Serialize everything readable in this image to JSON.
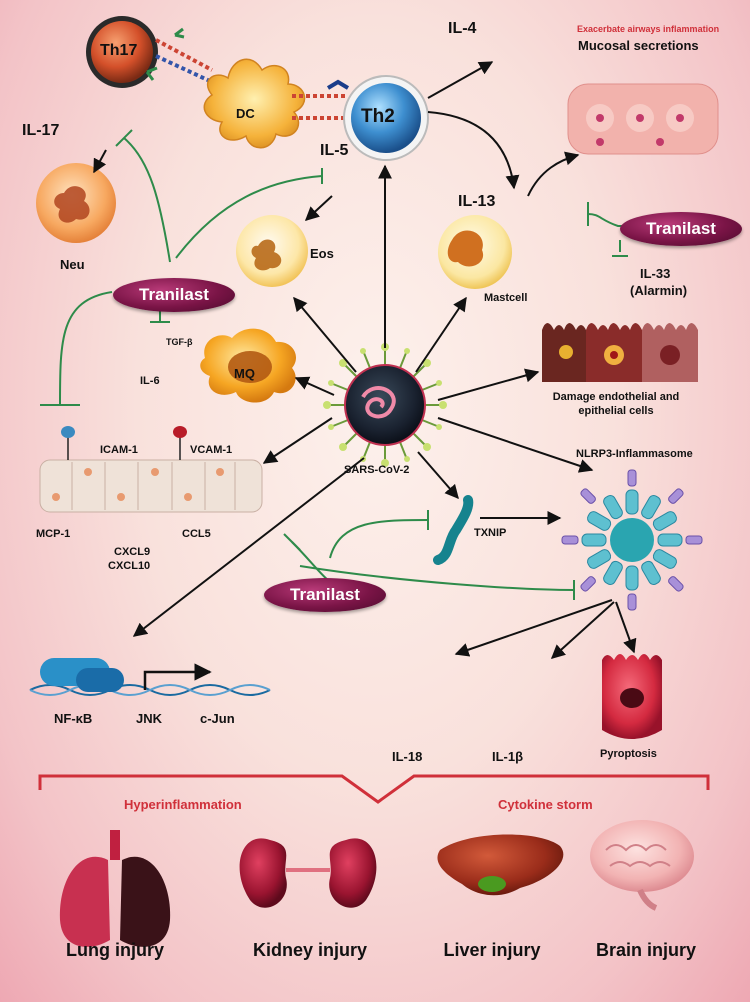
{
  "cells": {
    "th17": "Th17",
    "dc": "DC",
    "th2": "Th2",
    "neu": "Neu",
    "eos": "Eos",
    "mastcell": "Mastcell",
    "mq": "MQ"
  },
  "cytokines": {
    "il4": "IL-4",
    "il17": "IL-17",
    "il5": "IL-5",
    "il13": "IL-13",
    "il33": "IL-33",
    "alarmin": "(Alarmin)",
    "tgfb": "TGF-β",
    "il6": "IL-6",
    "icam1": "ICAM-1",
    "vcam1": "VCAM-1",
    "mcp1": "MCP-1",
    "cxcl9": "CXCL9",
    "cxcl10": "CXCL10",
    "ccl5": "CCL5",
    "il18": "IL-18",
    "il1b": "IL-1β"
  },
  "labels": {
    "exacerbate": "Exacerbate airways inflammation",
    "mucosal": "Mucosal secretions",
    "damage_1": "Damage endothelial and",
    "damage_2": "epithelial cells",
    "nlrp3": "NLRP3-Inflammasome",
    "txnip": "TXNIP",
    "sars": "SARS-CoV-2",
    "nfkb": "NF-κB",
    "jnk": "JNK",
    "cjun": "c-Jun",
    "pyroptosis": "Pyroptosis",
    "hyperinflammation": "Hyperinflammation",
    "cytokine_storm": "Cytokine storm"
  },
  "drug": {
    "tranilast": "Tranilast"
  },
  "organs": {
    "lung": "Lung injury",
    "kidney": "Kidney injury",
    "liver": "Liver injury",
    "brain": "Brain injury"
  },
  "colors": {
    "arrow": "#111111",
    "inhibition": "#2e8b4a",
    "bracket": "#d0303a",
    "drug_pill": "#7a1446"
  }
}
